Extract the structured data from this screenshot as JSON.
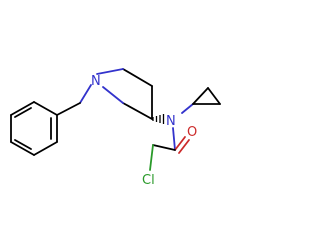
{
  "molecule": {
    "atoms": {
      "n_ring": {
        "symbol": "N",
        "color": "#3333cc"
      },
      "n_amide": {
        "symbol": "N",
        "color": "#3333cc"
      },
      "oxygen": {
        "symbol": "O",
        "color": "#cc2a2a"
      },
      "chlorine": {
        "symbol": "Cl",
        "color": "#2a9a2a"
      }
    }
  }
}
